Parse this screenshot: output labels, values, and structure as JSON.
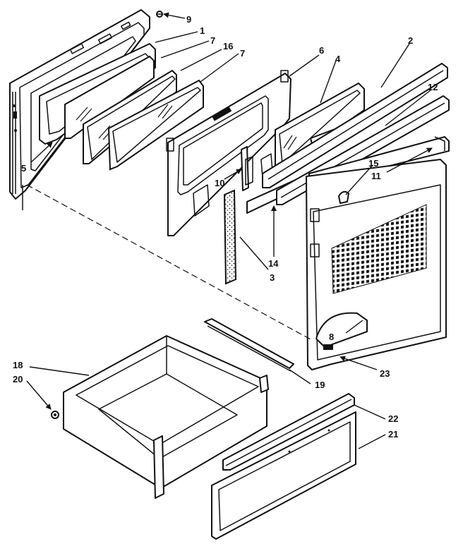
{
  "callouts": [
    {
      "id": "c1",
      "text": "1"
    },
    {
      "id": "c2",
      "text": "2"
    },
    {
      "id": "c3",
      "text": "3"
    },
    {
      "id": "c4",
      "text": "4"
    },
    {
      "id": "c5",
      "text": "5"
    },
    {
      "id": "c6",
      "text": "6"
    },
    {
      "id": "c7a",
      "text": "7"
    },
    {
      "id": "c7b",
      "text": "7"
    },
    {
      "id": "c8",
      "text": "8"
    },
    {
      "id": "c9",
      "text": "9"
    },
    {
      "id": "c10",
      "text": "10"
    },
    {
      "id": "c11",
      "text": "11"
    },
    {
      "id": "c12",
      "text": "12"
    },
    {
      "id": "c14",
      "text": "14"
    },
    {
      "id": "c15",
      "text": "15"
    },
    {
      "id": "c16",
      "text": "16"
    },
    {
      "id": "c18",
      "text": "18"
    },
    {
      "id": "c19",
      "text": "19"
    },
    {
      "id": "c20",
      "text": "20"
    },
    {
      "id": "c21",
      "text": "21"
    },
    {
      "id": "c22",
      "text": "22"
    },
    {
      "id": "c23",
      "text": "23"
    }
  ]
}
